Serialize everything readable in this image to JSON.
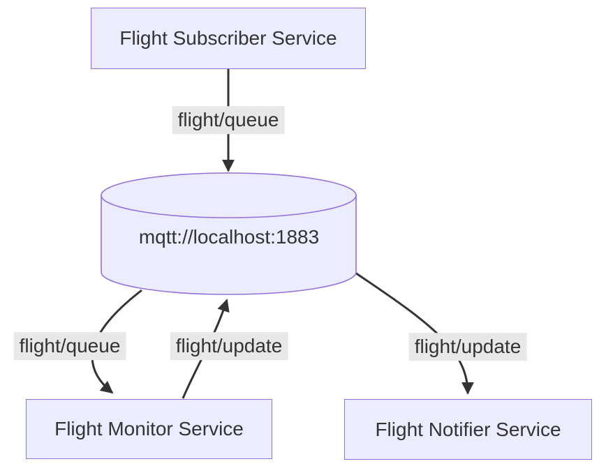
{
  "diagram": {
    "type": "flowchart",
    "nodes": {
      "subscriber": {
        "label": "Flight Subscriber Service",
        "shape": "rect"
      },
      "broker": {
        "label": "mqtt://localhost:1883",
        "shape": "cylinder"
      },
      "monitor": {
        "label": "Flight Monitor Service",
        "shape": "rect"
      },
      "notifier": {
        "label": "Flight Notifier Service",
        "shape": "rect"
      }
    },
    "edges": [
      {
        "from": "subscriber",
        "to": "broker",
        "label": "flight/queue"
      },
      {
        "from": "broker",
        "to": "monitor",
        "label": "flight/queue"
      },
      {
        "from": "monitor",
        "to": "broker",
        "label": "flight/update"
      },
      {
        "from": "broker",
        "to": "notifier",
        "label": "flight/update"
      }
    ],
    "colors": {
      "node_fill": "#ECECFF",
      "node_border": "#9370DB",
      "edge": "#333333",
      "label_bg": "#e8e8e8",
      "text": "#333333",
      "background": "#ffffff"
    }
  }
}
